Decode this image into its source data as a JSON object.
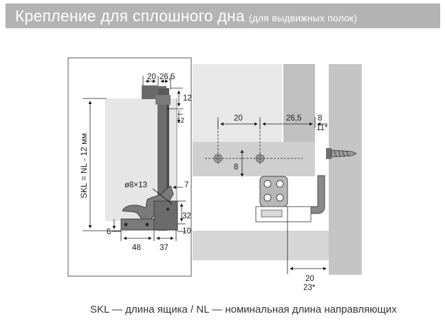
{
  "title": {
    "main": "Крепление для сплошного дна",
    "sub": "(для выдвижных полок)"
  },
  "left_view": {
    "top_w1": "20",
    "top_w2": "26,5",
    "h_12a": "12",
    "h_12b": "12",
    "skl_label": "SKL = NL - 12 мм",
    "hole": "ø8×13",
    "right_7": "7",
    "h_32": "32",
    "h_10": "10",
    "left_6": "6",
    "bot_48": "48",
    "bot_37": "37"
  },
  "right_view": {
    "d20": "20",
    "d26_5": "26,5",
    "d8": "8",
    "d11": "11*",
    "d8v": "8",
    "b20": "20",
    "b23": "23*"
  },
  "caption": "SKL — длина ящика / NL — номинальная длина направляющих"
}
